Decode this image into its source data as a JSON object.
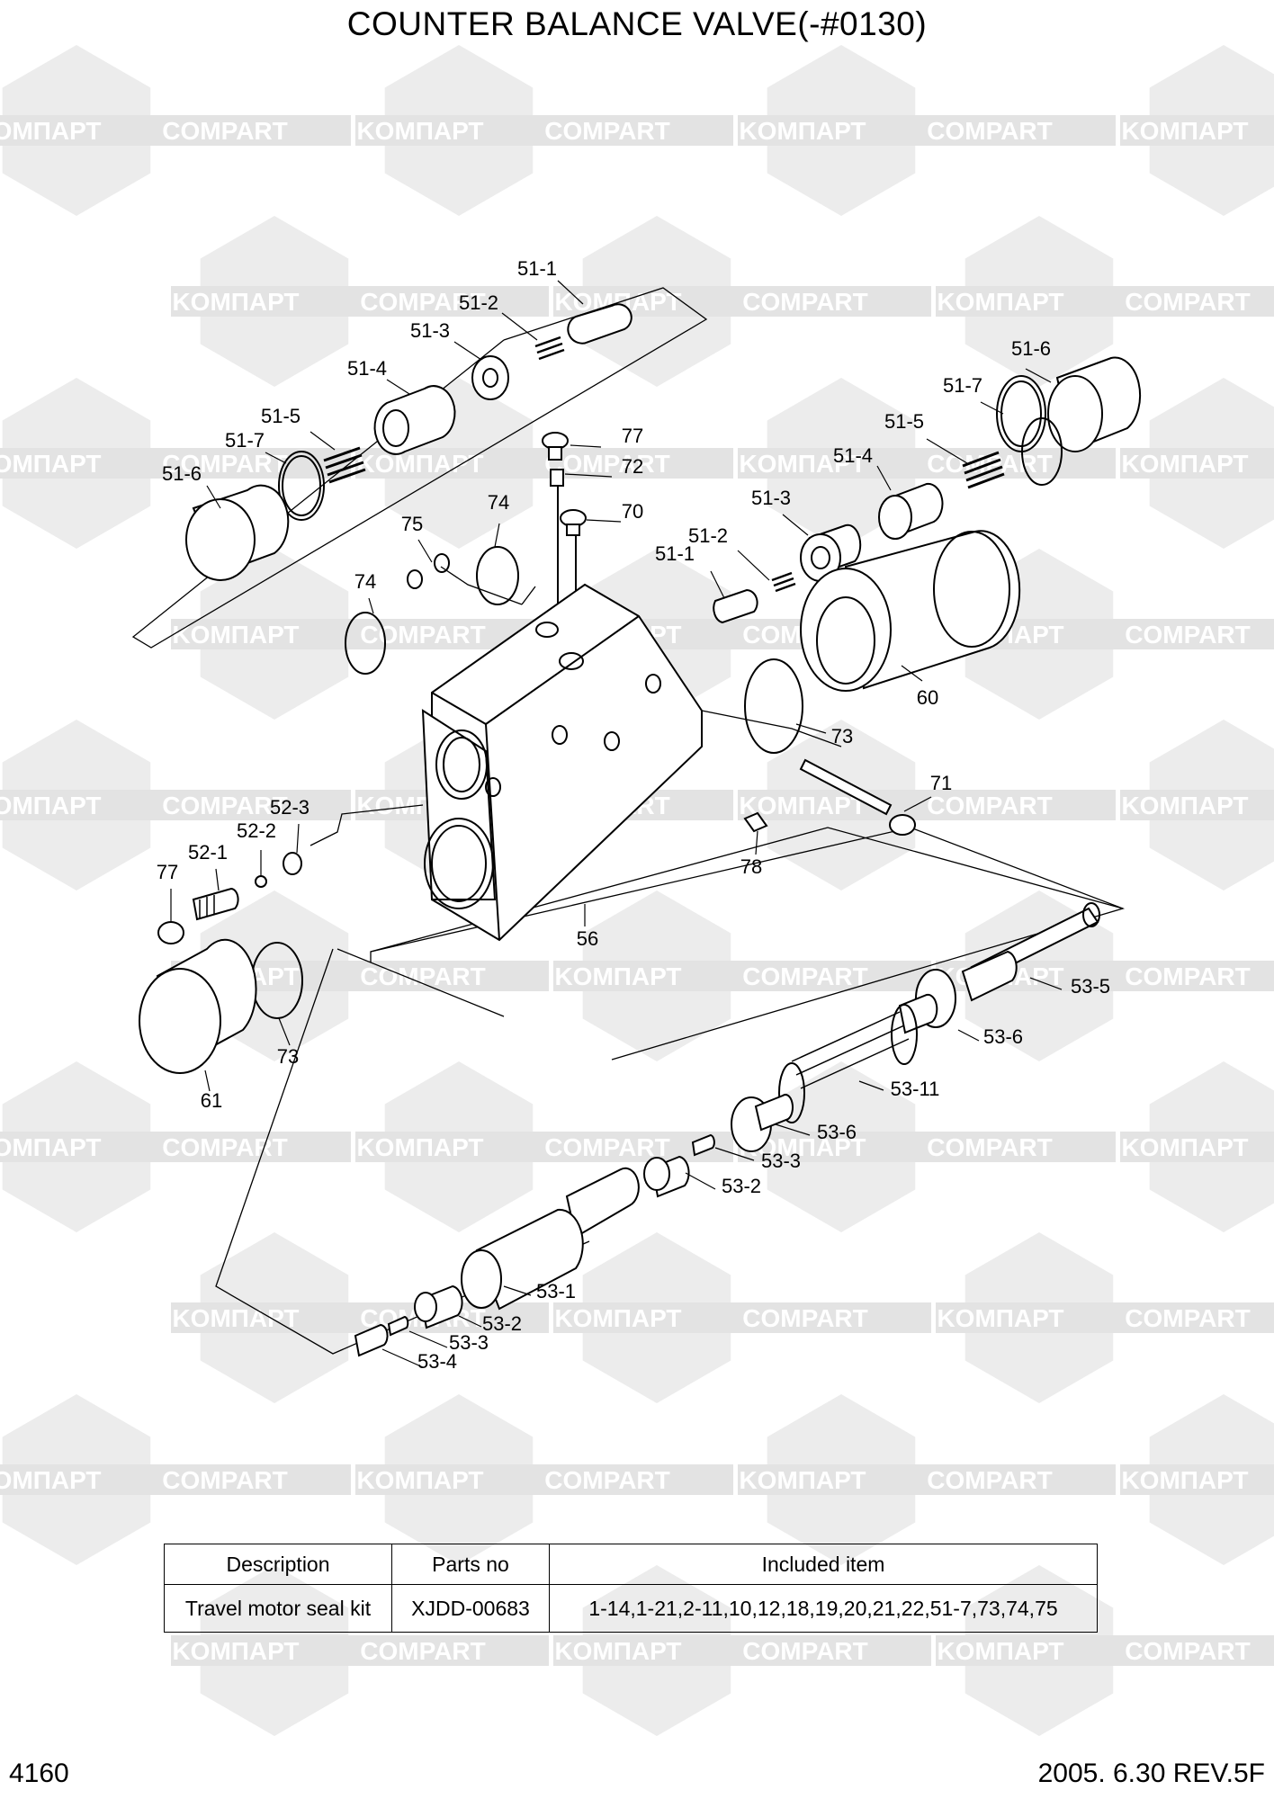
{
  "title": "COUNTER BALANCE VALVE(-#0130)",
  "page_number": "4160",
  "revision": "2005. 6.30  REV.5F",
  "watermark_texts": [
    "KOMПАРТ",
    "COMPART"
  ],
  "callouts": [
    "51-1",
    "51-2",
    "51-3",
    "51-4",
    "51-5",
    "51-7",
    "51-6",
    "51-6",
    "51-7",
    "51-5",
    "51-4",
    "51-3",
    "51-2",
    "51-1",
    "77",
    "72",
    "70",
    "75",
    "74",
    "74",
    "60",
    "73",
    "71",
    "78",
    "56",
    "52-3",
    "52-2",
    "52-1",
    "77",
    "73",
    "61",
    "53-5",
    "53-6",
    "53-11",
    "53-6",
    "53-3",
    "53-2",
    "53-1",
    "53-2",
    "53-3",
    "53-4"
  ],
  "table": {
    "headers": [
      "Description",
      "Parts no",
      "Included item"
    ],
    "rows": [
      [
        "Travel motor seal kit",
        "XJDD-00683",
        "1-14,1-21,2-11,10,12,18,19,20,21,22,51-7,73,74,75"
      ]
    ]
  }
}
